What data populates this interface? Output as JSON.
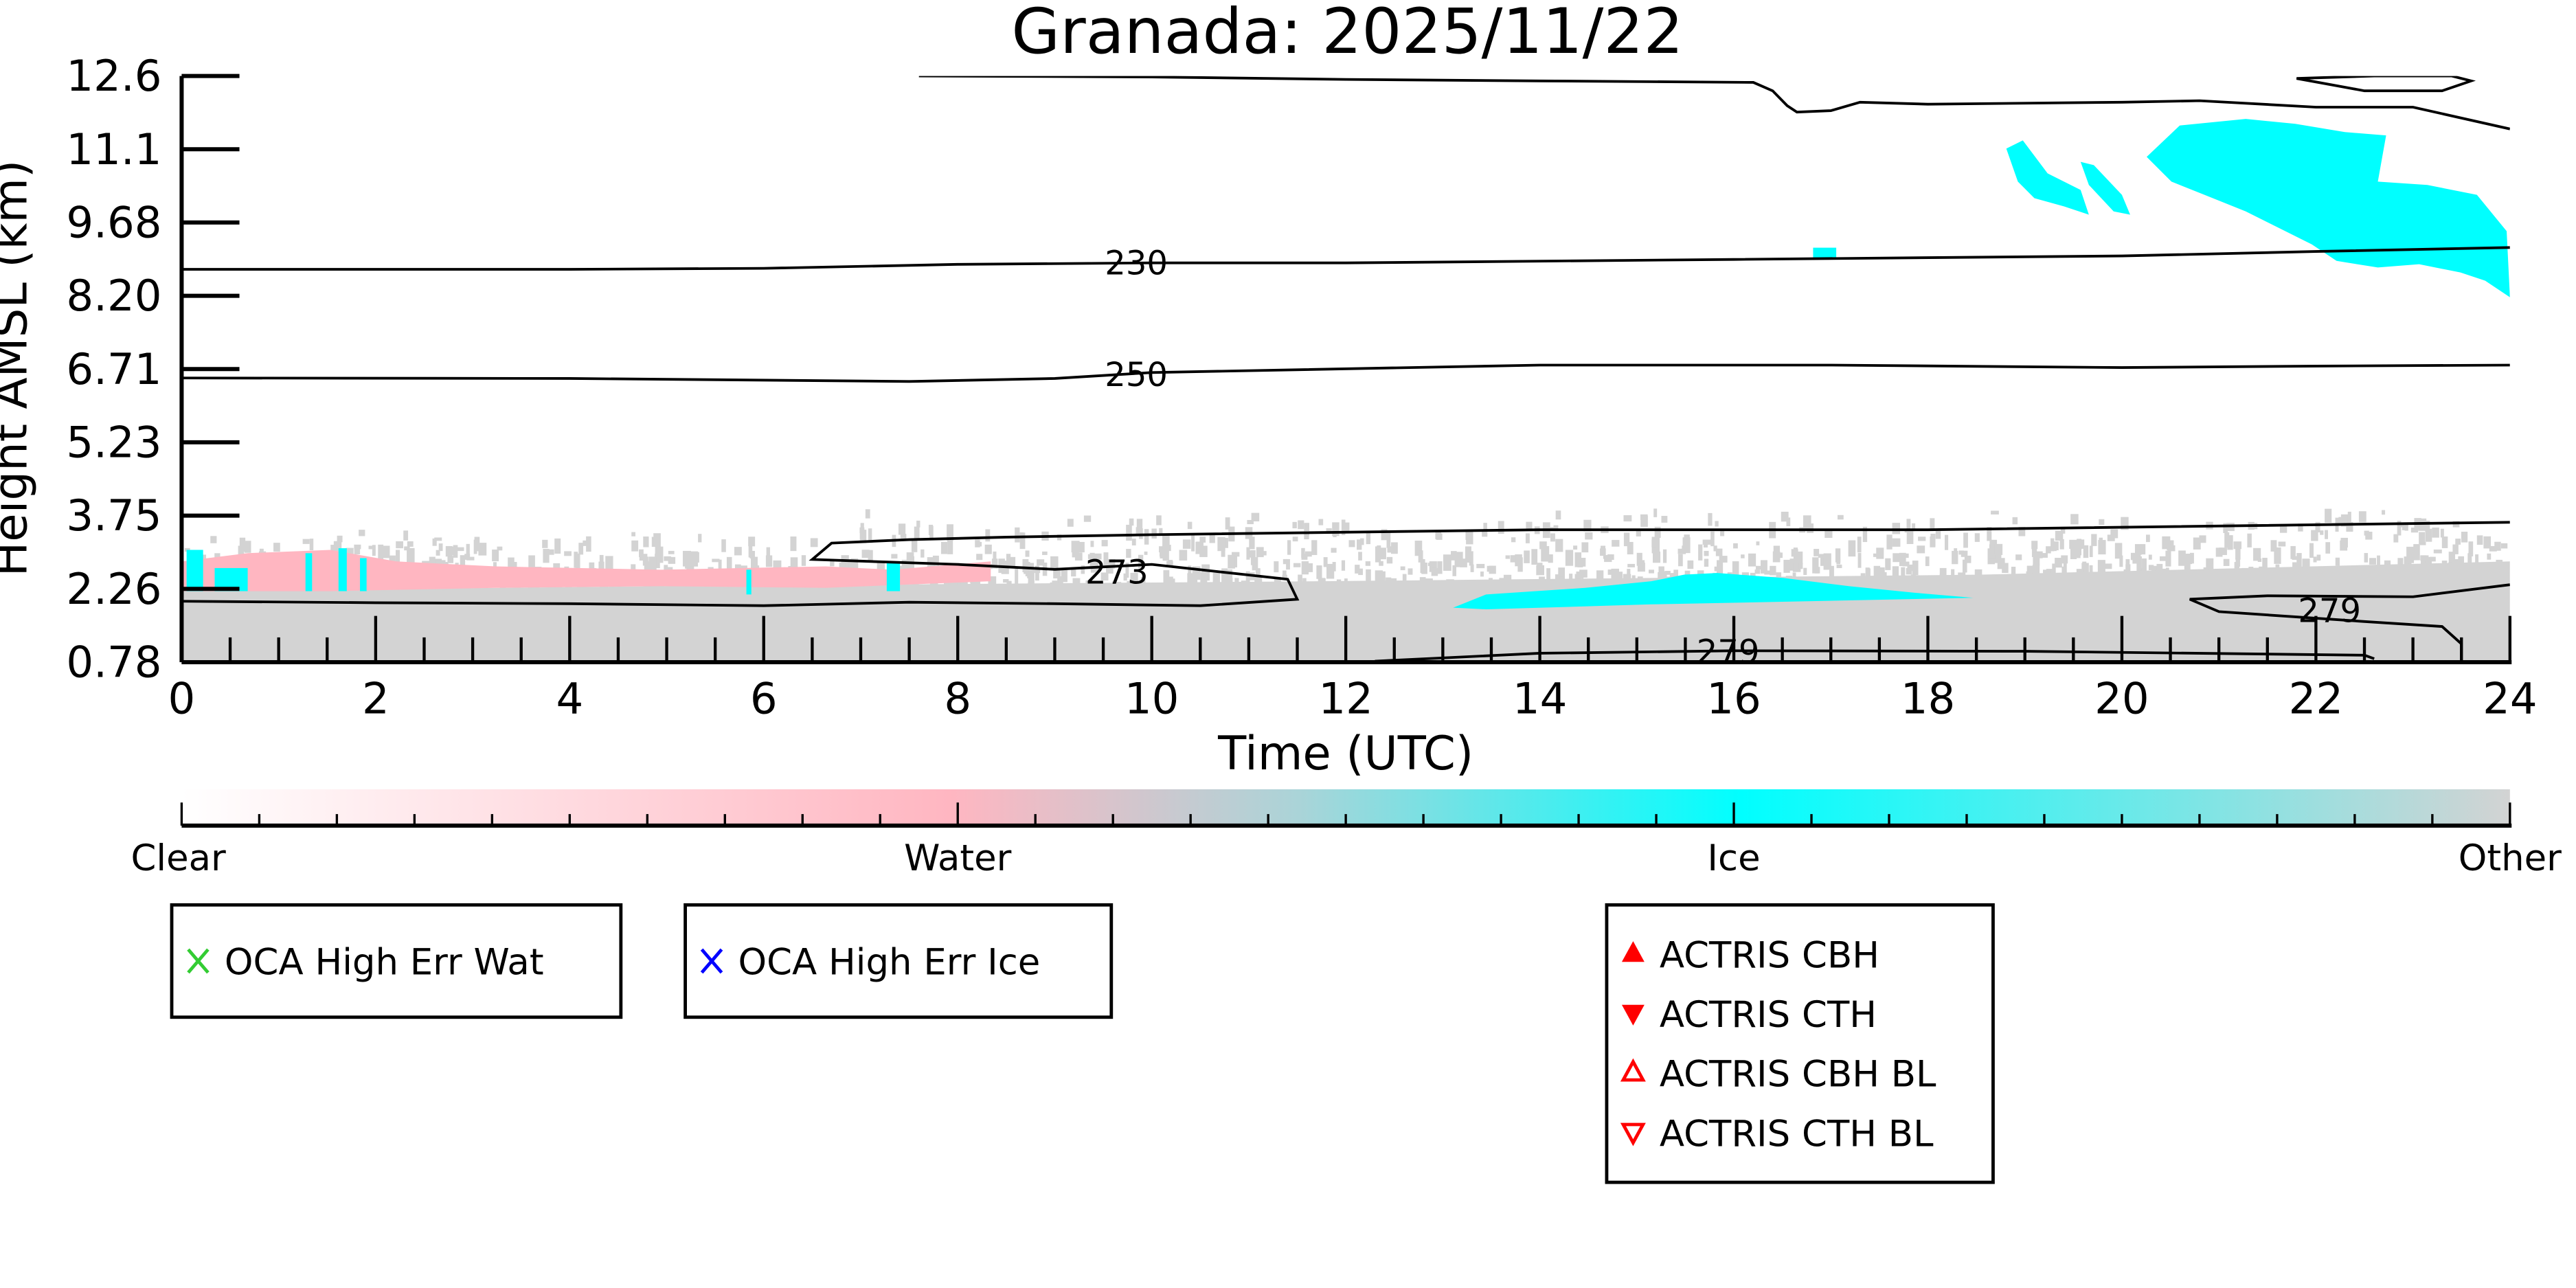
{
  "chart_data": {
    "type": "heatmap",
    "title": "Granada: 2025/11/22",
    "xlabel": "Time (UTC)",
    "ylabel": "Height AMSL (km)",
    "xlim": [
      0,
      24
    ],
    "ylim": [
      0.78,
      12.6
    ],
    "x_ticks": [
      "0",
      "2",
      "4",
      "6",
      "8",
      "10",
      "12",
      "14",
      "16",
      "18",
      "20",
      "22",
      "24"
    ],
    "y_ticks": [
      "0.78",
      "2.26",
      "3.75",
      "5.23",
      "6.71",
      "8.20",
      "9.68",
      "11.1",
      "12.6"
    ],
    "classes": [
      {
        "name": "Clear",
        "color": "#ffffff"
      },
      {
        "name": "Water",
        "color": "#ffb6c1"
      },
      {
        "name": "Ice",
        "color": "#00ffff"
      },
      {
        "name": "Other",
        "color": "#d3d3d3"
      }
    ],
    "colorbar_labels": [
      "Clear",
      "Water",
      "Ice",
      "Other"
    ],
    "contours": [
      {
        "label": "",
        "points": [
          [
            7.6,
            12.6
          ],
          [
            10,
            12.58
          ],
          [
            12,
            12.53
          ],
          [
            14,
            12.5
          ],
          [
            16.2,
            12.47
          ],
          [
            16.4,
            12.3
          ],
          [
            16.55,
            12.0
          ],
          [
            16.65,
            11.87
          ],
          [
            17,
            11.9
          ],
          [
            17.3,
            12.07
          ],
          [
            18,
            12.03
          ],
          [
            20,
            12.07
          ],
          [
            20.8,
            12.1
          ],
          [
            22,
            11.97
          ],
          [
            23,
            11.97
          ],
          [
            24,
            11.53
          ]
        ]
      },
      {
        "label": "",
        "closed": true,
        "points": [
          [
            21.8,
            12.55
          ],
          [
            22.6,
            12.6
          ],
          [
            23.4,
            12.6
          ],
          [
            23.6,
            12.5
          ],
          [
            23.3,
            12.3
          ],
          [
            22.5,
            12.3
          ]
        ]
      },
      {
        "label": "230",
        "label_at": [
          9.5,
          8.83
        ],
        "points": [
          [
            0,
            8.7
          ],
          [
            4,
            8.7
          ],
          [
            6,
            8.72
          ],
          [
            8,
            8.8
          ],
          [
            10,
            8.83
          ],
          [
            12,
            8.83
          ],
          [
            16,
            8.9
          ],
          [
            20,
            8.97
          ],
          [
            22,
            9.06
          ],
          [
            24,
            9.14
          ]
        ]
      },
      {
        "label": "250",
        "label_at": [
          9.5,
          6.58
        ],
        "points": [
          [
            0,
            6.51
          ],
          [
            4,
            6.5
          ],
          [
            7.5,
            6.44
          ],
          [
            9,
            6.5
          ],
          [
            10,
            6.62
          ],
          [
            14,
            6.77
          ],
          [
            17,
            6.77
          ],
          [
            20,
            6.72
          ],
          [
            22,
            6.75
          ],
          [
            24,
            6.77
          ]
        ]
      },
      {
        "label": "273",
        "label_at": [
          9.3,
          2.6
        ],
        "points": [
          [
            0,
            2.01
          ],
          [
            2,
            1.98
          ],
          [
            4,
            1.96
          ],
          [
            6,
            1.92
          ],
          [
            7.5,
            1.99
          ],
          [
            9,
            1.96
          ],
          [
            10.5,
            1.92
          ],
          [
            11.5,
            2.05
          ],
          [
            11.4,
            2.45
          ],
          [
            10,
            2.75
          ],
          [
            9,
            2.65
          ],
          [
            8,
            2.75
          ],
          [
            6.5,
            2.85
          ],
          [
            6.7,
            3.18
          ],
          [
            7.5,
            3.25
          ],
          [
            8.5,
            3.3
          ],
          [
            10,
            3.35
          ],
          [
            14,
            3.45
          ],
          [
            18,
            3.45
          ],
          [
            24,
            3.6
          ]
        ]
      },
      {
        "label": "279",
        "label_at": [
          21.8,
          1.82
        ],
        "points": [
          [
            24,
            2.34
          ],
          [
            23,
            2.1
          ],
          [
            21.5,
            2.12
          ],
          [
            20.7,
            2.05
          ],
          [
            21,
            1.8
          ],
          [
            22.5,
            1.6
          ],
          [
            23.3,
            1.5
          ],
          [
            23.5,
            1.15
          ],
          [
            23.5,
            0.8
          ]
        ]
      },
      {
        "label": "279",
        "label_at": [
          15.6,
          0.99
        ],
        "points": [
          [
            12.3,
            0.8
          ],
          [
            14,
            0.96
          ],
          [
            16,
            1.01
          ],
          [
            19,
            1.0
          ],
          [
            22.5,
            0.92
          ],
          [
            22.6,
            0.85
          ]
        ]
      }
    ]
  },
  "legends": [
    {
      "entries": [
        {
          "label": "OCA High Err Wat",
          "marker": "x",
          "color": "#33cc33"
        }
      ]
    },
    {
      "entries": [
        {
          "label": "OCA High Err Ice",
          "marker": "x",
          "color": "#0000ff"
        }
      ]
    },
    {
      "entries": [
        {
          "label": "ACTRIS CBH",
          "marker": "triangle-up-filled",
          "color": "#ff0000"
        },
        {
          "label": "ACTRIS CTH",
          "marker": "triangle-down-filled",
          "color": "#ff0000"
        },
        {
          "label": "ACTRIS CBH BL",
          "marker": "triangle-up-open",
          "color": "#ff0000"
        },
        {
          "label": "ACTRIS CTH BL",
          "marker": "triangle-down-open",
          "color": "#ff0000"
        }
      ]
    }
  ]
}
